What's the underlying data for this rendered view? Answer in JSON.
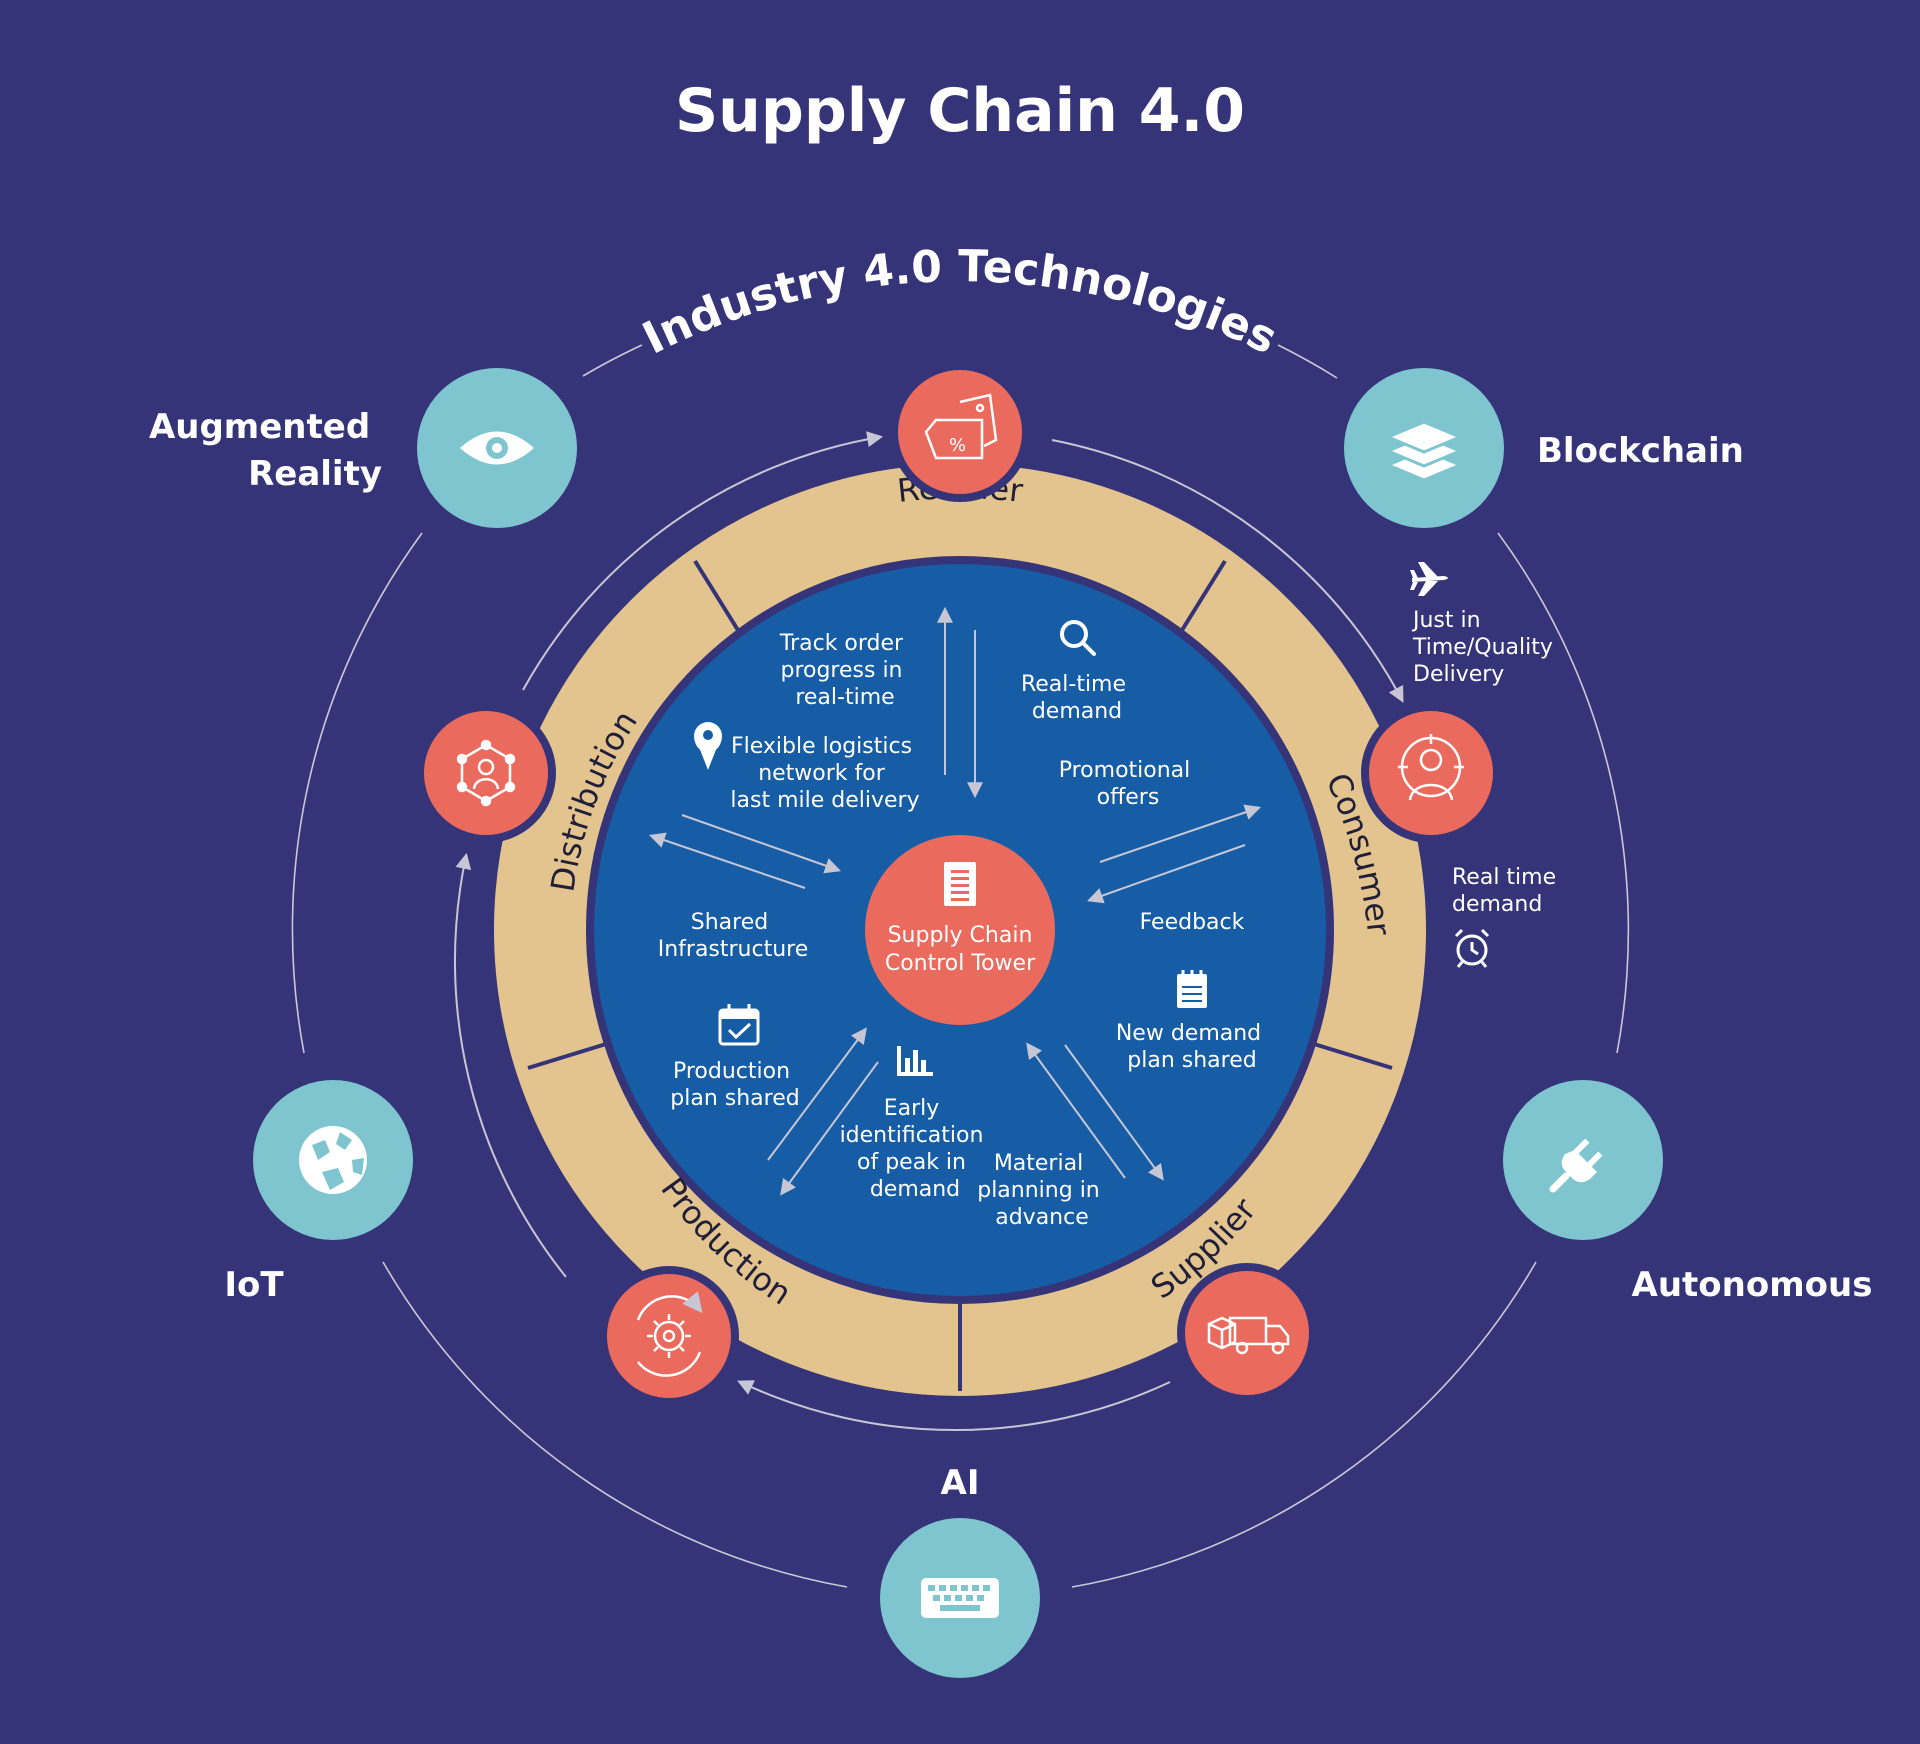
{
  "title": "Supply Chain 4.0",
  "arc_title": "Industry 4.0 Technologies",
  "center": {
    "line1": "Supply Chain",
    "line2": "Control Tower"
  },
  "ring_segments": {
    "retailer": "Retailer",
    "consumer": "Consumer",
    "supplier": "Supplier",
    "production": "Production",
    "distribution": "Distribution"
  },
  "technologies": {
    "ar_line1": "Augmented",
    "ar_line2": "Reality",
    "blockchain": "Blockchain",
    "iot": "IoT",
    "autonomous": "Autonomous",
    "ai": "AI"
  },
  "inner_labels": {
    "track_order": [
      "Track order",
      "progress in",
      "real-time"
    ],
    "realtime_demand": [
      "Real-time",
      "demand"
    ],
    "flexible_logistics": [
      "Flexible logistics",
      "network for",
      "last mile delivery"
    ],
    "promotional_offers": [
      "Promotional",
      "offers"
    ],
    "shared_infrastructure": [
      "Shared",
      "Infrastructure"
    ],
    "feedback": [
      "Feedback"
    ],
    "production_plan": [
      "Production",
      "plan shared"
    ],
    "new_demand_plan": [
      "New demand",
      "plan shared"
    ],
    "early_identification": [
      "Early",
      "identification",
      "of peak in",
      "demand"
    ],
    "material_planning": [
      "Material",
      "planning in",
      "advance"
    ]
  },
  "side_labels": {
    "jit_delivery": [
      "Just in",
      "Time/Quality",
      "Delivery"
    ],
    "realtime_demand_right": [
      "Real time",
      "demand"
    ]
  },
  "colors": {
    "background": "#363478",
    "ring": "#e3c48e",
    "inner_disc": "#165da6",
    "node": "#ea6b5d",
    "tech": "#7ec5d0",
    "arrow": "#b8b8c8"
  },
  "icons": {
    "augmented_reality": "eye-icon",
    "blockchain": "layers-icon",
    "iot": "globe-icon",
    "autonomous": "plug-icon",
    "ai": "keyboard-icon",
    "retailer": "price-tag-icon",
    "consumer": "person-target-icon",
    "supplier": "delivery-truck-icon",
    "production": "gear-cycle-icon",
    "distribution": "network-person-icon",
    "control_tower": "document-icon"
  }
}
